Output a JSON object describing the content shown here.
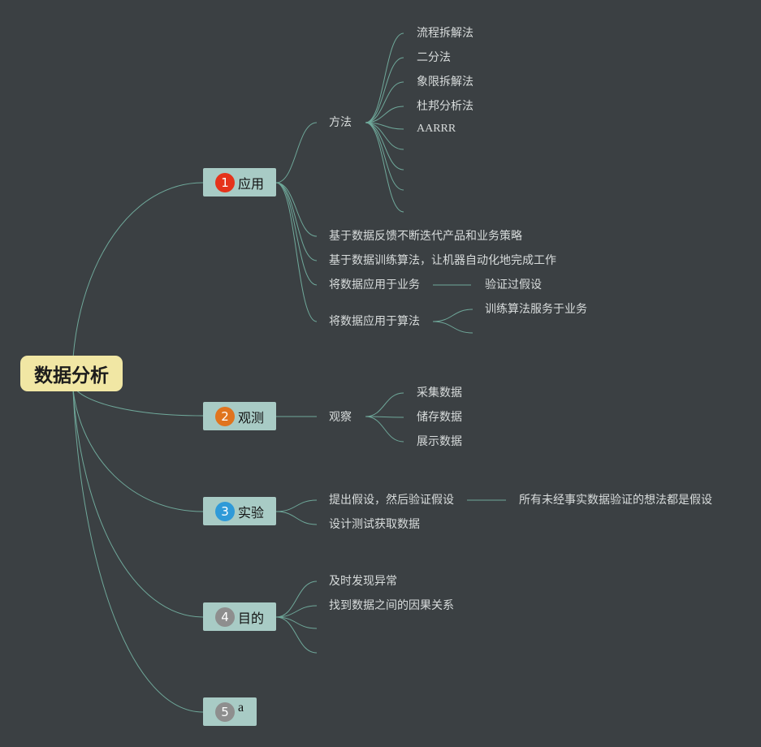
{
  "root": {
    "label": "数据分析",
    "color": "#f1e7a4"
  },
  "branches": [
    {
      "id": "b1",
      "number": "1",
      "label": "应用",
      "badge_color": "#e5331b",
      "children": [
        {
          "id": "method",
          "label": "方法",
          "children": [
            "流程拆解法",
            "二分法",
            "象限拆解法",
            "杜邦分析法",
            "AARRR",
            "",
            "",
            "",
            ""
          ]
        },
        {
          "id": "a2",
          "label": "基于数据反馈不断迭代产品和业务策略"
        },
        {
          "id": "a3",
          "label": "基于数据训练算法，让机器自动化地完成工作"
        },
        {
          "id": "a4",
          "label": "将数据应用于业务",
          "children": [
            "验证过假设"
          ]
        },
        {
          "id": "a5",
          "label": "将数据应用于算法",
          "children": [
            "训练算法服务于业务",
            ""
          ]
        }
      ]
    },
    {
      "id": "b2",
      "number": "2",
      "label": "观测",
      "badge_color": "#e0741e",
      "children": [
        {
          "id": "observe",
          "label": "观察",
          "children": [
            "采集数据",
            "储存数据",
            "展示数据"
          ]
        }
      ]
    },
    {
      "id": "b3",
      "number": "3",
      "label": "实验",
      "badge_color": "#2f9ad8",
      "children": [
        {
          "id": "e1",
          "label": "提出假设，然后验证假设",
          "children": [
            "所有未经事实数据验证的想法都是假设"
          ]
        },
        {
          "id": "e2",
          "label": "设计测试获取数据"
        }
      ]
    },
    {
      "id": "b4",
      "number": "4",
      "label": "目的",
      "badge_color": "#8e8e8e",
      "children": [
        {
          "id": "g1",
          "label": "及时发现异常"
        },
        {
          "id": "g2",
          "label": "找到数据之间的因果关系"
        },
        {
          "id": "g3",
          "label": ""
        },
        {
          "id": "g4",
          "label": ""
        }
      ]
    },
    {
      "id": "b5",
      "number": "5",
      "label": "a",
      "badge_color": "#8e8e8e",
      "children": []
    }
  ],
  "line_color": "#6fa89a",
  "background_color": "#3b4043"
}
